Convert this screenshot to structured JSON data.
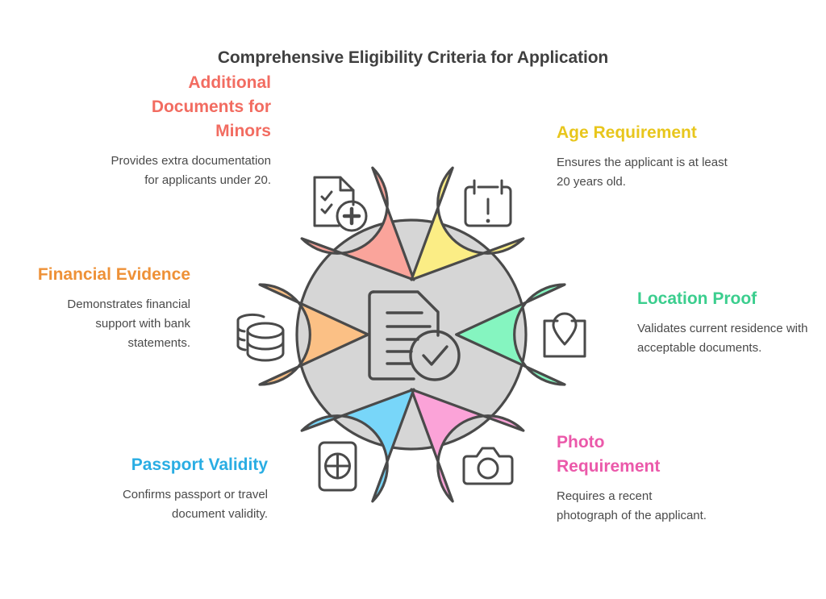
{
  "header": {
    "title": "Comprehensive Eligibility Criteria for Application"
  },
  "diagram": {
    "center": {
      "icon": "document-check-icon",
      "fill": "#d6d6d6",
      "stroke": "#4a4a4a"
    },
    "nodes": [
      {
        "id": "additional-documents-for-minors",
        "heading": "Additional Documents for Minors",
        "body": "Provides extra documentation for applicants under 20.",
        "color": "#F26C61",
        "pin_fill": "#FAA49B",
        "icon": "document-plus-icon",
        "align": "right",
        "position": "top-left"
      },
      {
        "id": "age-requirement",
        "heading": "Age Requirement",
        "body": "Ensures the applicant is at least 20 years old.",
        "color": "#E8C61C",
        "pin_fill": "#FBED85",
        "icon": "calendar-alert-icon",
        "align": "left",
        "position": "top-right"
      },
      {
        "id": "financial-evidence",
        "heading": "Financial Evidence",
        "body": "Demonstrates financial support with bank statements.",
        "color": "#EE9137",
        "pin_fill": "#FBC085",
        "icon": "coins-stack-icon",
        "align": "right",
        "position": "left"
      },
      {
        "id": "location-proof",
        "heading": "Location Proof",
        "body": "Validates current residence with acceptable documents.",
        "color": "#3BCE8E",
        "pin_fill": "#85F5C0",
        "icon": "map-pin-document-icon",
        "align": "left",
        "position": "right"
      },
      {
        "id": "passport-validity",
        "heading": "Passport Validity",
        "body": "Confirms passport or travel document validity.",
        "color": "#29ADE3",
        "pin_fill": "#78D6F9",
        "icon": "passport-globe-icon",
        "align": "right",
        "position": "bottom-left"
      },
      {
        "id": "photo-requirement",
        "heading": "Photo Requirement",
        "body": "Requires a recent photograph of the applicant.",
        "color": "#EB59AA",
        "pin_fill": "#FBA3D8",
        "icon": "camera-icon",
        "align": "left",
        "position": "bottom-right"
      }
    ]
  }
}
